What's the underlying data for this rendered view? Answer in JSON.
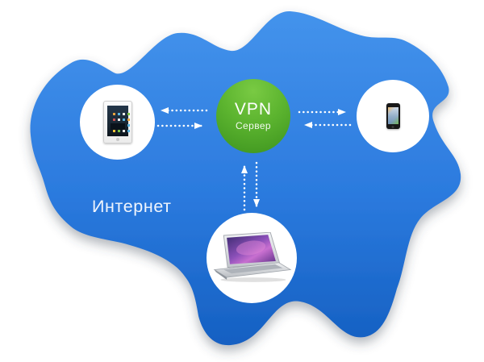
{
  "diagram": {
    "internet_label": "Интернет",
    "vpn_node": {
      "title": "VPN",
      "subtitle": "Сервер"
    },
    "devices": [
      {
        "id": "tablet",
        "icon": "ipad-icon",
        "position": "left"
      },
      {
        "id": "smartphone",
        "icon": "iphone-icon",
        "position": "right"
      },
      {
        "id": "laptop",
        "icon": "macbook-icon",
        "position": "bottom"
      }
    ],
    "connections": [
      {
        "from": "vpn-server",
        "to": "tablet",
        "style": "dotted-arrow"
      },
      {
        "from": "tablet",
        "to": "vpn-server",
        "style": "dotted-arrow"
      },
      {
        "from": "vpn-server",
        "to": "smartphone",
        "style": "dotted-arrow"
      },
      {
        "from": "smartphone",
        "to": "vpn-server",
        "style": "dotted-arrow"
      },
      {
        "from": "laptop",
        "to": "vpn-server",
        "style": "dotted-arrow"
      },
      {
        "from": "vpn-server",
        "to": "laptop",
        "style": "dotted-arrow"
      }
    ],
    "colors": {
      "cloud_blue_top": "#4493ec",
      "cloud_blue_bottom": "#1560c2",
      "vpn_green_light": "#79ca43",
      "vpn_green_dark": "#3c901e",
      "arrow_white": "#ffffff",
      "background": "#ffffff"
    }
  }
}
